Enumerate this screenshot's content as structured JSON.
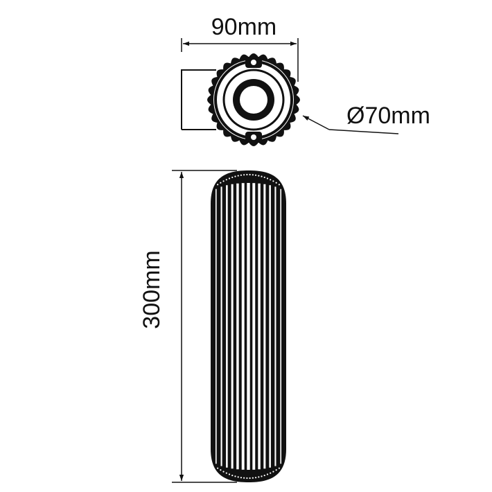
{
  "dimensions": {
    "width_label": "90mm",
    "diameter_label": "Ø70mm",
    "height_label": "300mm"
  },
  "colors": {
    "line": "#111111",
    "background": "#ffffff"
  }
}
